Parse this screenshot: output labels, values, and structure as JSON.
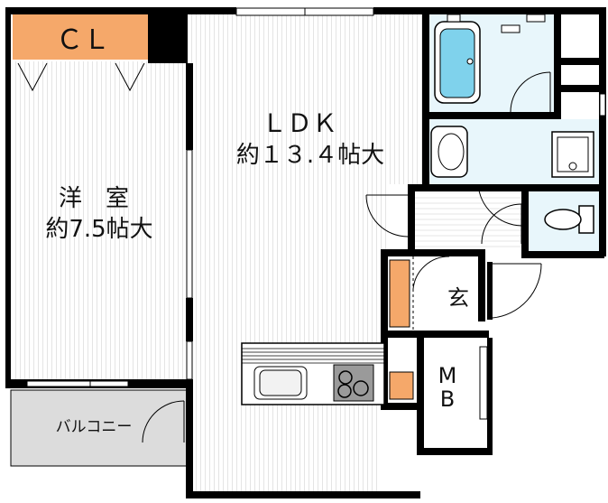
{
  "rooms": {
    "closet": "ＣＬ",
    "western_room_name": "洋　室",
    "western_room_size": "約7.5帖大",
    "ldk_name": "ＬＤＫ",
    "ldk_size": "約１３.４帖大",
    "entrance": "玄",
    "mb_line1": "M",
    "mb_line2": "B",
    "balcony": "バルコニー"
  },
  "colors": {
    "wall": "#000000",
    "floor_stripe": "#e6e6e6",
    "closet_fill": "#f5a86a",
    "storage_fill": "#f5a86a",
    "wet_area_fill": "#e8f6fb",
    "bathtub_fill": "#7fd2ec",
    "balcony_fill": "#dcdcdc",
    "cooktop_fill": "#9a9a9a"
  }
}
